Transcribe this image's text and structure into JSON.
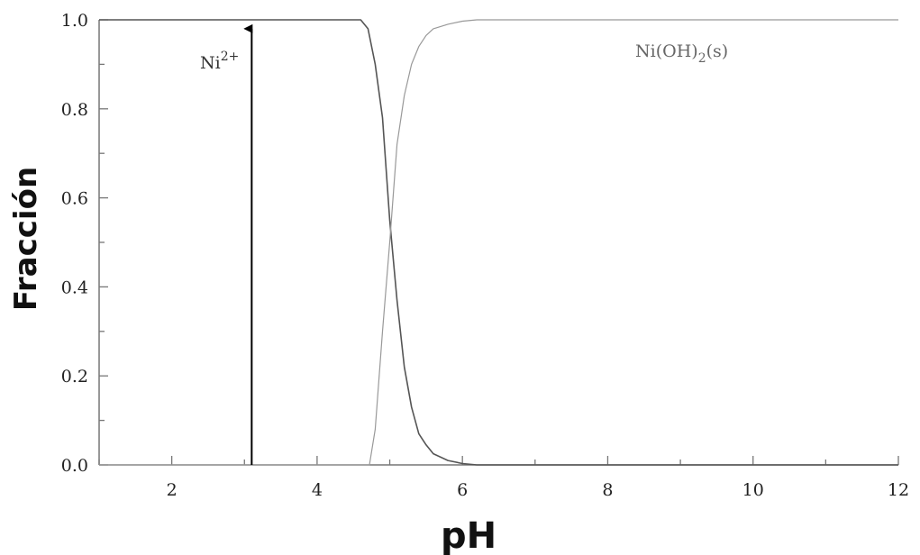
{
  "chart_data": {
    "type": "line",
    "title": "",
    "xlabel": "pH",
    "ylabel": "Fracción",
    "xlim": [
      1,
      12
    ],
    "ylim": [
      0,
      1
    ],
    "xticks": [
      2,
      4,
      6,
      8,
      10,
      12
    ],
    "yticks": [
      "0.0",
      "0.2",
      "0.4",
      "0.6",
      "0.8",
      "1.0"
    ],
    "grid": false,
    "series": [
      {
        "name": "Ni2+",
        "color": "#555555",
        "x": [
          1.0,
          4.6,
          4.7,
          4.8,
          4.9,
          5.0,
          5.1,
          5.2,
          5.3,
          5.4,
          5.5,
          5.6,
          5.8,
          6.0,
          6.2,
          12.0
        ],
        "y": [
          1.0,
          1.0,
          0.98,
          0.9,
          0.78,
          0.55,
          0.37,
          0.22,
          0.13,
          0.07,
          0.045,
          0.025,
          0.01,
          0.003,
          0.0,
          0.0
        ]
      },
      {
        "name": "Ni(OH)2(s)",
        "color": "#999999",
        "x": [
          1.0,
          4.72,
          4.8,
          4.9,
          5.0,
          5.1,
          5.2,
          5.3,
          5.4,
          5.5,
          5.6,
          5.8,
          6.0,
          6.2,
          6.5,
          12.0
        ],
        "y": [
          0.0,
          0.0,
          0.08,
          0.3,
          0.5,
          0.72,
          0.83,
          0.9,
          0.94,
          0.965,
          0.98,
          0.99,
          0.997,
          1.0,
          1.0,
          1.0
        ]
      }
    ],
    "annotations": [
      {
        "text_main": "Ni",
        "text_sup": "2+",
        "arrow_x": 3.1,
        "arrow_from_y": 0.0,
        "arrow_to_y": 0.98
      },
      {
        "text_main": "Ni(OH)",
        "text_sub": "2",
        "text_tail": "(s)"
      }
    ]
  }
}
